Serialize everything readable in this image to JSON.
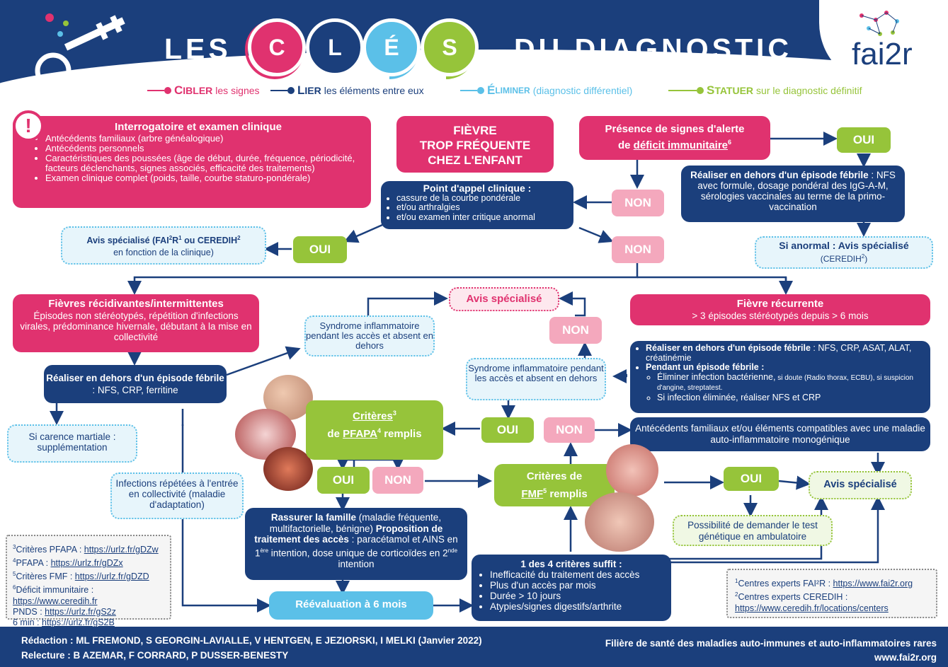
{
  "header": {
    "title_left": "LES",
    "letters": [
      "C",
      "L",
      "É",
      "S"
    ],
    "title_right": "DU DIAGNOSTIC",
    "logo": "fai2r"
  },
  "legend": [
    {
      "cap": "C",
      "text_cap": "IBLER",
      "text": "les signes",
      "color": "#e0326f"
    },
    {
      "cap": "L",
      "text_cap": "IER",
      "text": "les éléments entre eux",
      "color": "#1b3f7c"
    },
    {
      "cap": "É",
      "text_cap": "LIMINER",
      "text": "(diagnostic différentiel)",
      "color": "#5bc0e8"
    },
    {
      "cap": "S",
      "text_cap": "TATUER",
      "text": "sur le diagnostic définitif",
      "color": "#96c43a"
    }
  ],
  "interrogatoire": {
    "icon": "!",
    "title": "Interrogatoire et examen clinique",
    "items": [
      "Antécédents familiaux (arbre généalogique)",
      "Antécédents personnels",
      "Caractéristiques des poussées (âge de début, durée, fréquence, périodicité,  facteurs déclenchants, signes associés, efficacité des traitements)",
      "Examen clinique complet (poids, taille, courbe staturo-pondérale)"
    ]
  },
  "fievre": {
    "lines": [
      "FIÈVRE",
      "TROP FRÉQUENTE",
      "CHEZ L'ENFANT"
    ]
  },
  "alerte": {
    "line1": "Présence de signes d'alerte",
    "line2_pre": "de ",
    "line2_link": "déficit immunitaire",
    "sup": "6"
  },
  "oui_top": "OUI",
  "realiser_top": {
    "bold": "Réaliser en dehors d'un épisode fébrile",
    "text": " : NFS avec formule, dosage pondéral des IgG-A-M, sérologies vaccinales au terme de la primo-vaccination"
  },
  "si_anormal": {
    "bold": "Si anormal : Avis spécialisé",
    "sub": "(CEREDIH",
    "sup": "2",
    "close": ")"
  },
  "non1": "NON",
  "point_appel": {
    "title": "Point d'appel clinique :",
    "items": [
      "cassure de la courbe pondérale",
      "et/ou arthralgies",
      "et/ou examen inter critique anormal"
    ]
  },
  "oui_left": "OUI",
  "non2": "NON",
  "avis_fai2r": {
    "l1a": "Avis spécialisé (FAI",
    "l1b": "R",
    "sup1": "1",
    "l1c": " ou CEREDIH",
    "sup2": "2",
    "l2": "en fonction de la clinique)"
  },
  "fievres_recid": {
    "title": "Fièvres récidivantes/intermittentes",
    "text": "Épisodes non stéréotypés, répétition d'infections virales, prédominance hivernale, débutant à la mise en collectivité"
  },
  "syndrome1": "Syndrome inflammatoire pendant les accès et absent en dehors",
  "avis_top": "Avis spécialisé",
  "non3": "NON",
  "fievre_recurrente": {
    "title": "Fièvre récurrente",
    "text": "> 3 épisodes stéréotypés depuis > 6 mois"
  },
  "realiser_left": {
    "bold": "Réaliser en dehors d'un épisode fébrile",
    "text": " : NFS, CRP, ferritine"
  },
  "syndrome2": "Syndrome inflammatoire pendant les accès et absent en dehors",
  "realiser_right": {
    "b1": "Réaliser en dehors d'un épisode fébrile",
    "t1": " : NFS, CRP, ASAT, ALAT, créatinémie",
    "b2": "Pendant un épisode fébrile :",
    "s1b": "Éliminer infection bactérienne,",
    "s1t": " si doute (Radio thorax, ECBU), si suspicion d'angine, streptatest.",
    "s2": "Si infection éliminée, réaliser NFS et CRP"
  },
  "carence": "Si carence martiale : supplémentation",
  "pfapa": {
    "link1": "Critères",
    "sup1": "3",
    "pre2": "de ",
    "link2": "PFAPA",
    "sup2": "4",
    "post2": " remplis"
  },
  "oui_mid": "OUI",
  "non_mid": "NON",
  "antecedents_right": "Antécédents familiaux et/ou éléments compatibles avec une maladie auto-inflammatoire monogénique",
  "infections": "Infections répétées à l'entrée en collectivité (maladie d'adaptation)",
  "oui_pf": "OUI",
  "non_pf": "NON",
  "fmf": {
    "l1": "Critères de",
    "link": "FMF",
    "sup": "5",
    "post": " remplis"
  },
  "oui_fmf": "OUI",
  "avis_final": "Avis spécialisé",
  "rassurer": {
    "b1": "Rassurer la famille",
    "t1": " (maladie fréquente, multifactorielle, bénigne) ",
    "b2": "Proposition de traitement des accès",
    "t2": " : paracétamol et AINS en  1",
    "sup1": "ère",
    "t3": " intention, dose unique de corticoïdes en 2",
    "sup2": "nde",
    "t4": " intention"
  },
  "genetique": "Possibilité de demander le test génétique en ambulatoire",
  "criteres": {
    "title": "1 des 4 critères suffit :",
    "items": [
      "Inefficacité du traitement des accès",
      "Plus d'un accès par mois",
      "Durée > 10 jours",
      "Atypies/signes digestifs/arthrite"
    ]
  },
  "reevaluation": "Réévaluation à 6 mois",
  "refs": [
    {
      "sup": "3",
      "label": "Critères PFAPA : ",
      "link": "https://urlz.fr/gDZw"
    },
    {
      "sup": "4",
      "label": "PFAPA : ",
      "link": "https://urlz.fr/gDZx"
    },
    {
      "sup": "5",
      "label": "Critères FMF : ",
      "link": "https://urlz.fr/gDZD"
    },
    {
      "sup": "6",
      "label": "Déficit immunitaire : ",
      "link": "https://www.ceredih.fr"
    },
    {
      "sup": "",
      "label": "PNDS : ",
      "link": "https://urlz.fr/gS2z"
    },
    {
      "sup": "",
      "label": "6 min : ",
      "link": "https://urlz.fr/gS2B"
    }
  ],
  "centres": [
    {
      "sup": "1",
      "label": "Centres experts FAI²R : ",
      "link": "https://www.fai2r.org"
    },
    {
      "sup": "2",
      "label": "Centres experts CEREDIH : ",
      "link": "https://www.ceredih.fr/locations/centers"
    }
  ],
  "footer": {
    "redaction": "Rédaction : ML FREMOND, S GEORGIN-LAVIALLE, V HENTGEN, E JEZIORSKI, I MELKI (Janvier 2022)",
    "relecture": "Relecture : B AZEMAR, F CORRARD, P DUSSER-BENESTY",
    "filiere": "Filière de santé des maladies auto-immunes et auto-inflammatoires rares",
    "site": "www.fai2r.org"
  },
  "colors": {
    "navy": "#1b3f7c",
    "pink": "#e0326f",
    "green": "#96c43a",
    "blue": "#5bc0e8"
  }
}
